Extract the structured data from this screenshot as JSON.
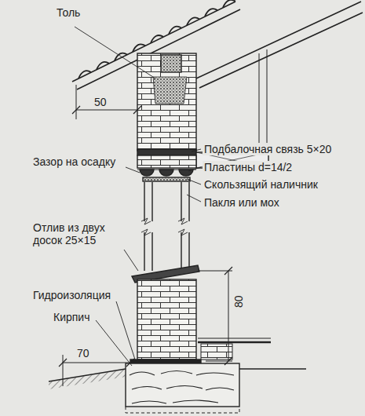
{
  "diagram": {
    "labels": [
      "Толь",
      "50",
      "Подбалочная связь 5×20",
      "Пластины d=14/2",
      "Зазор на осадку",
      "Скользящий наличник",
      "Пакля или мох",
      "Отлив из двух досок 25×15",
      "80",
      "Гидроизоляция",
      "Кирпич",
      "70"
    ]
  }
}
